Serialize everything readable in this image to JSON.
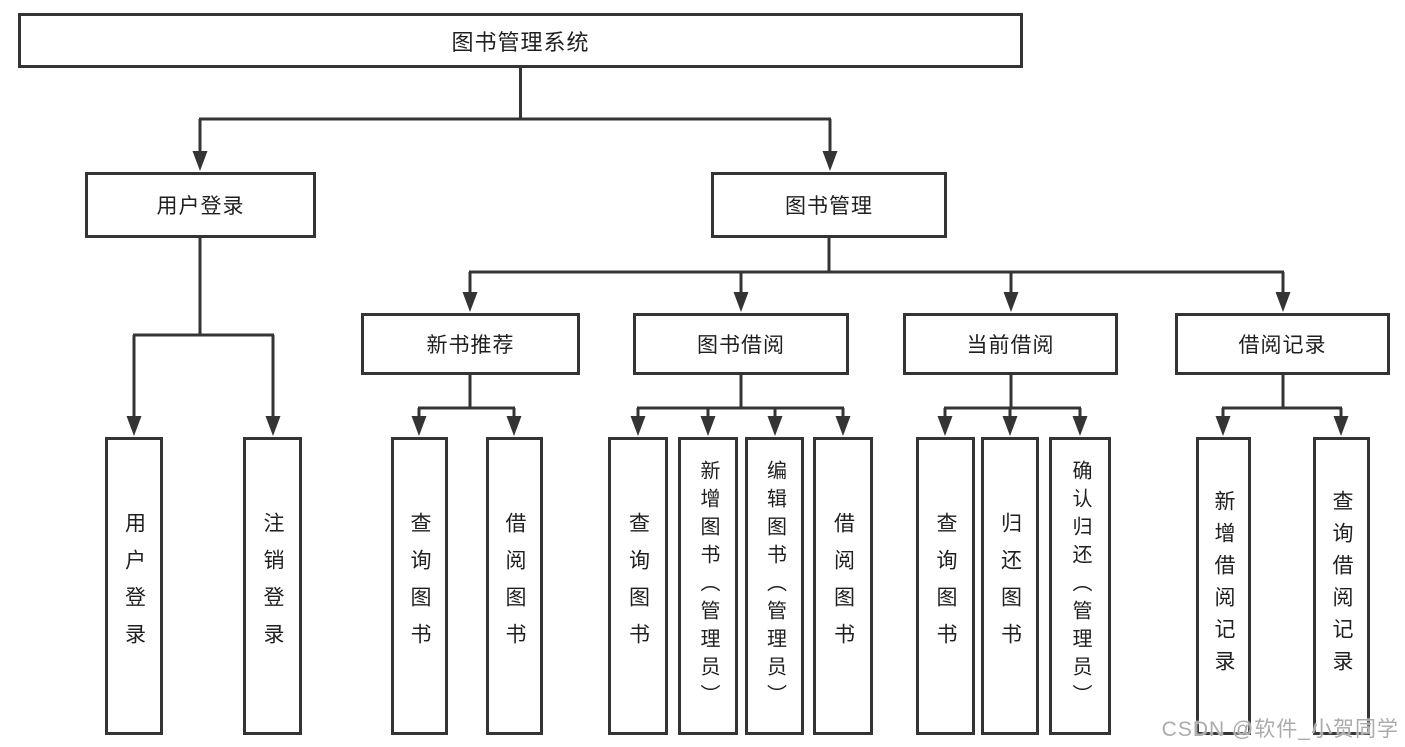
{
  "watermark": "CSDN @软件_小贺同学",
  "colors": {
    "line": "#343434",
    "box_border": "#343434",
    "text": "#1f1f1f",
    "background": "#ffffff",
    "watermark": "#ababab"
  },
  "tree": {
    "label": "图书管理系统",
    "children": [
      {
        "label": "用户登录",
        "children": [
          {
            "label": "用户登录"
          },
          {
            "label": "注销登录"
          }
        ]
      },
      {
        "label": "图书管理",
        "children": [
          {
            "label": "新书推荐",
            "children": [
              {
                "label": "查询图书"
              },
              {
                "label": "借阅图书"
              }
            ]
          },
          {
            "label": "图书借阅",
            "children": [
              {
                "label": "查询图书"
              },
              {
                "label": "新增图书（管理员）"
              },
              {
                "label": "编辑图书（管理员）"
              },
              {
                "label": "借阅图书"
              }
            ]
          },
          {
            "label": "当前借阅",
            "children": [
              {
                "label": "查询图书"
              },
              {
                "label": "归还图书"
              },
              {
                "label": "确认归还（管理员）"
              }
            ]
          },
          {
            "label": "借阅记录",
            "children": [
              {
                "label": "新增借阅记录"
              },
              {
                "label": "查询借阅记录"
              }
            ]
          }
        ]
      }
    ]
  }
}
